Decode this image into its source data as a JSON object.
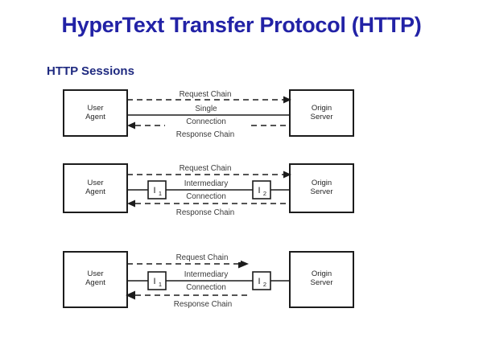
{
  "slide": {
    "title": "HyperText Transfer Protocol (HTTP)",
    "section_title": "HTTP Sessions",
    "title_color": "#2222a6",
    "section_color": "#1f2a80",
    "line_color": "#1c1c1c",
    "background": "#ffffff"
  },
  "diagrams": [
    {
      "id": "single-connection",
      "client": {
        "line1": "User",
        "line2": "Agent"
      },
      "server": {
        "line1": "Origin",
        "line2": "Server"
      },
      "request_label": "Request Chain",
      "response_label": "Response Chain",
      "connection_label_line1": "Single",
      "connection_label_line2": "Connection",
      "intermediaries": [],
      "request_reaches_server": true,
      "response_starts_at_server": true
    },
    {
      "id": "intermediary-connection-full",
      "client": {
        "line1": "User",
        "line2": "Agent"
      },
      "server": {
        "line1": "Origin",
        "line2": "Server"
      },
      "request_label": "Request Chain",
      "response_label": "Response Chain",
      "connection_label_line1": "Intermediary",
      "connection_label_line2": "Connection",
      "intermediaries": [
        {
          "symbol": "I",
          "subscript": "1"
        },
        {
          "symbol": "I",
          "subscript": "2"
        }
      ],
      "request_reaches_server": true,
      "response_starts_at_server": true
    },
    {
      "id": "intermediary-connection-partial",
      "client": {
        "line1": "User",
        "line2": "Agent"
      },
      "server": {
        "line1": "Origin",
        "line2": "Server"
      },
      "request_label": "Request Chain",
      "response_label": "Response Chain",
      "connection_label_line1": "Intermediary",
      "connection_label_line2": "Connection",
      "intermediaries": [
        {
          "symbol": "I",
          "subscript": "1"
        },
        {
          "symbol": "I",
          "subscript": "2"
        }
      ],
      "request_reaches_server": false,
      "response_starts_at_server": false
    }
  ]
}
